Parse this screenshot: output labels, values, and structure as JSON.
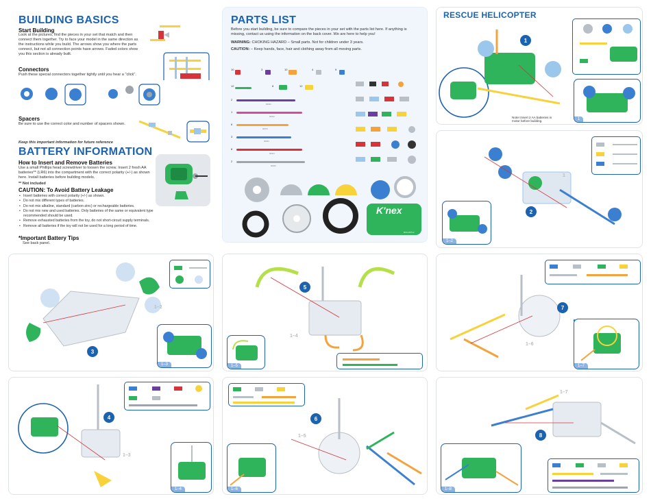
{
  "basics": {
    "title": "BUILDING BASICS",
    "start_h": "Start Building",
    "start_t": "Look at the pictures, find the pieces in your set that match and then connect them together. Try to face your model in the same direction as the instructions while you build. The arrows show you where the parts connect, but not all connection points have arrows. Faded colors show you this section is already built.",
    "conn_h": "Connectors",
    "conn_t": "Push these special connectors together tightly until you hear a \"click\".",
    "spac_h": "Spacers",
    "spac_t": "Be sure to use the correct color and number of spacers shown.",
    "keep": "Keep this important information for future reference"
  },
  "battery": {
    "title": "BATTERY INFORMATION",
    "howto_h": "How to Insert and Remove Batteries",
    "howto_t": "Use a small Phillips head screwdriver to loosen the screw. Insert 2 fresh AA batteries** (LR6) into the compartment with the correct polarity (+/-) as shown here. Install batteries before building models.",
    "not_incl": "** Not included",
    "caution_h": "CAUTION: To Avoid Battery Leakage",
    "bullets": [
      "Insert batteries with correct polarity (+/-) as shown.",
      "Do not mix different types of batteries.",
      "Do not mix alkaline, standard (carbon-zinc) or rechargeable batteries.",
      "Do not mix new and used batteries. Only batteries of the same or equivalent type recommended should be used.",
      "Remove exhausted batteries from the toy, do not short-circuit supply terminals.",
      "Remove all batteries if the toy will not be used for a long period of time."
    ],
    "tips_h": "*Important Battery Tips",
    "tips_t": "See back panel."
  },
  "parts": {
    "title": "PARTS LIST",
    "intro": "Before you start building, be sure to compare the pieces in your set with the parts list here. If anything is missing, contact us using the information on the back cover. We are here to help you!",
    "warning_label": "WARNING:",
    "warning": "CHOKING HAZARD – Small parts. Not for children under 3 years.",
    "caution_label": "CAUTION:",
    "caution": "– Keep hands, face, hair and clothing away from all moving parts.",
    "rods": [
      {
        "qty": "2",
        "color": "#6a3fa0",
        "pn": "90963",
        "w": 86
      },
      {
        "qty": "1",
        "color": "#d94a9c",
        "pn": "90942",
        "w": 96
      },
      {
        "qty": "6",
        "color": "#f3a23c",
        "pn": "90976",
        "w": 76
      },
      {
        "qty": "3",
        "color": "#3b7fd0",
        "pn": "90964",
        "w": 80
      },
      {
        "qty": "8",
        "color": "#d6333a",
        "pn": "90934",
        "w": 96
      },
      {
        "qty": "2",
        "color": "#9ea4aa",
        "pn": "90953",
        "w": 100
      }
    ],
    "top_qty": [
      "10",
      "3",
      "10",
      "4",
      "9",
      "12",
      "8",
      "12"
    ],
    "logo": "K'nex",
    "motor_pn": "RCA-2272-2"
  },
  "heli": {
    "title": "RESCUE HELICOPTER",
    "note": "Note! Insert 2 AA batteries in motor before building."
  },
  "steps": {
    "s1": "1",
    "s2": "2",
    "s3": "3",
    "s4": "4",
    "s5": "5",
    "s6": "6",
    "s7": "7",
    "s8": "8",
    "l1": "1",
    "l12": "1–2",
    "l13": "1–3",
    "l14": "1–4",
    "l15": "1–5",
    "l16": "1–6",
    "l17": "1–7",
    "l18": "1–8"
  },
  "colors": {
    "accent": "#1b62b0",
    "green": "#2fb45c",
    "yellow": "#f7d23a",
    "orange": "#f3a23c",
    "red": "#d6333a",
    "lightblue": "#9cc7ec",
    "grey": "#b9bfc6"
  }
}
